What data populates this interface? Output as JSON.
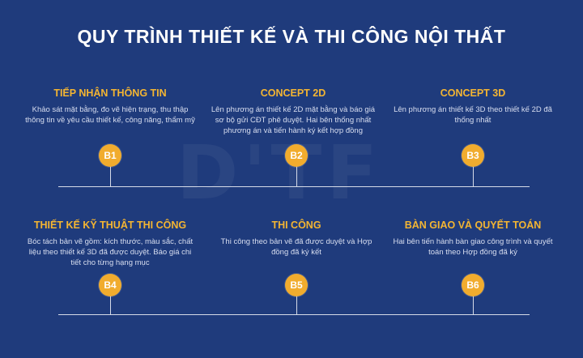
{
  "title": "QUY TRÌNH THIẾT KẾ VÀ THI CÔNG NỘI THẤT",
  "watermark": "D'TF",
  "colors": {
    "background": "#1f3b7c",
    "accent": "#f1ac2e",
    "heading": "#f4b532",
    "text": "#d8def0"
  },
  "steps": [
    {
      "badge": "B1",
      "title": "TIẾP NHẬN THÔNG TIN",
      "desc": "Khảo sát mặt bằng, đo vẽ hiện trạng, thu thập thông tin về yêu cầu thiết kế, công năng, thẩm mỹ"
    },
    {
      "badge": "B2",
      "title": "CONCEPT 2D",
      "desc": "Lên phương án thiết kế 2D mặt bằng và báo giá sơ bộ gửi CĐT phê duyệt. Hai bên thống nhất phương án và tiến hành ký kết hợp đồng"
    },
    {
      "badge": "B3",
      "title": "CONCEPT 3D",
      "desc": "Lên phương án thiết kế 3D theo thiết kế 2D đã thống nhất"
    },
    {
      "badge": "B4",
      "title": "THIẾT KẾ KỸ THUẬT THI CÔNG",
      "desc": "Bóc tách bản vẽ gồm: kích thước, màu sắc, chất liệu theo thiết kế 3D đã được duyệt. Báo giá chi tiết cho từng hạng mục"
    },
    {
      "badge": "B5",
      "title": "THI CÔNG",
      "desc": "Thi công theo bản vẽ đã được duyệt và Hợp đồng đã ký kết"
    },
    {
      "badge": "B6",
      "title": "BÀN GIAO VÀ QUYẾT TOÁN",
      "desc": "Hai bên tiến hành bàn giao công trình và quyết toán theo Hợp đồng đã ký"
    }
  ]
}
